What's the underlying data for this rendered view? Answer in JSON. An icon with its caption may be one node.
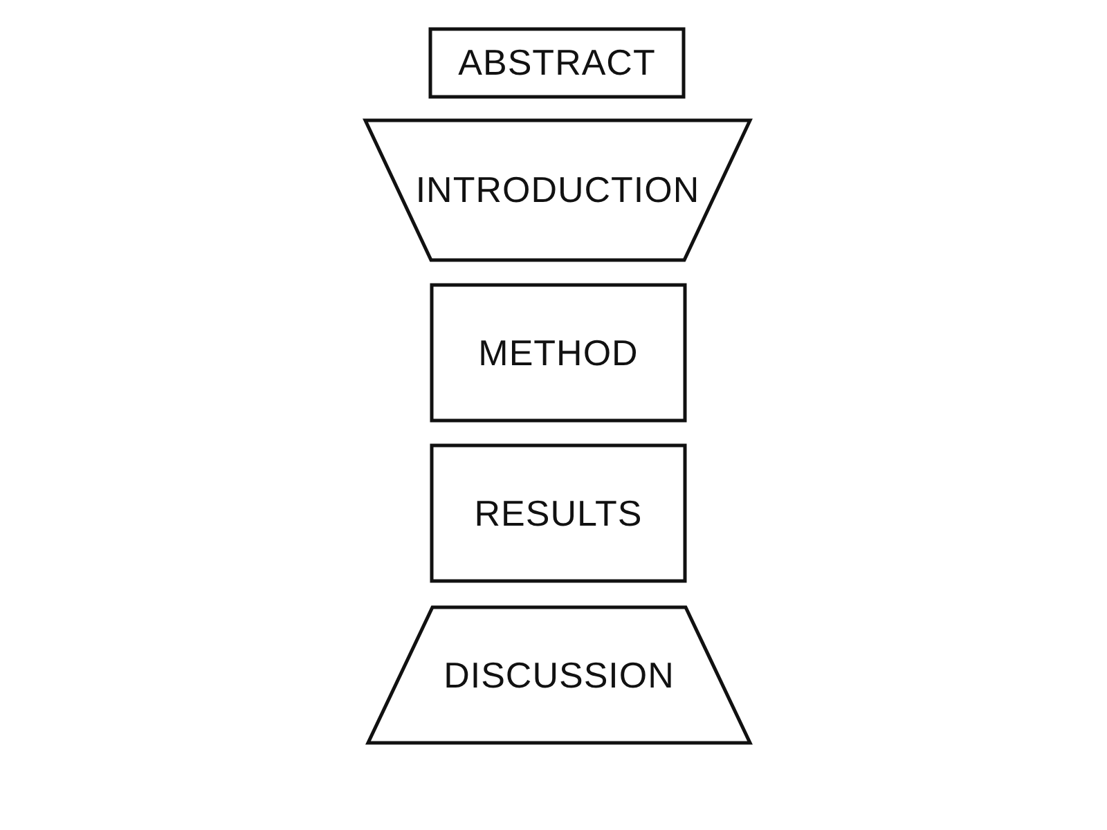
{
  "diagram": {
    "nodes": [
      {
        "text": [
          "ABSTRACT"
        ]
      },
      {
        "text": [
          "INTRODUCTION"
        ]
      },
      {
        "text": [
          "METHOD"
        ]
      },
      {
        "text": [
          "RESULTS"
        ]
      },
      {
        "text": [
          "DISCUSSION"
        ]
      }
    ]
  }
}
